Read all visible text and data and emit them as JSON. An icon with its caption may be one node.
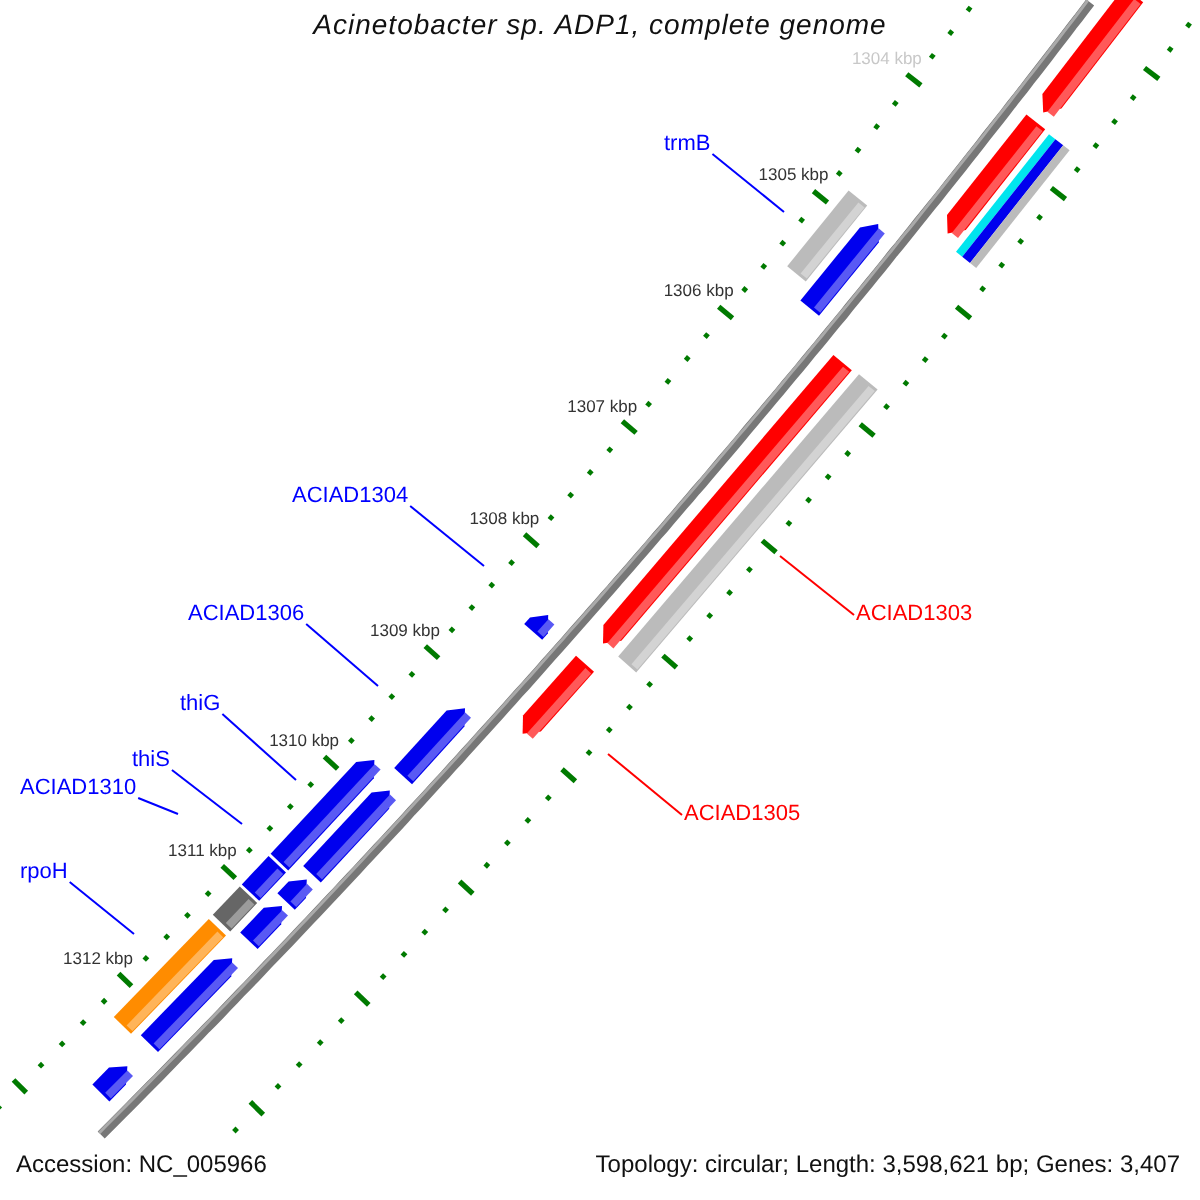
{
  "diagram": {
    "title": "Acinetobacter sp. ADP1, complete genome",
    "nodes": [
      {
        "text": [
          "trmB"
        ]
      },
      {
        "text": [
          "ACIAD1304"
        ]
      },
      {
        "text": [
          "ACIAD1306"
        ]
      },
      {
        "text": [
          "thiG"
        ]
      },
      {
        "text": [
          "thiS"
        ]
      },
      {
        "text": [
          "ACIAD1310"
        ]
      },
      {
        "text": [
          "rpoH"
        ]
      },
      {
        "text": [
          "ACIAD1303"
        ]
      },
      {
        "text": [
          "ACIAD1305"
        ]
      }
    ],
    "edges": [
      {
        "from": 0,
        "to": null,
        "arrow": "none"
      },
      {
        "from": 1,
        "to": null,
        "arrow": "none"
      },
      {
        "from": 2,
        "to": null,
        "arrow": "none"
      },
      {
        "from": 3,
        "to": null,
        "arrow": "none"
      },
      {
        "from": 4,
        "to": null,
        "arrow": "none"
      },
      {
        "from": 5,
        "to": null,
        "arrow": "none"
      },
      {
        "from": 6,
        "to": null,
        "arrow": "none"
      },
      {
        "from": 7,
        "to": null,
        "arrow": "none",
        "color": "#ff0000"
      },
      {
        "from": 8,
        "to": null,
        "arrow": "none",
        "color": "#ff0000"
      }
    ],
    "labels": [
      "1304 kbp",
      "1305 kbp",
      "1306 kbp",
      "1307 kbp",
      "1308 kbp",
      "1309 kbp",
      "1310 kbp",
      "1311 kbp",
      "1312 kbp",
      "Accession: NC_005966",
      "Topology: circular; Length: 3,598,621 bp; Genes: 3,407"
    ]
  }
}
